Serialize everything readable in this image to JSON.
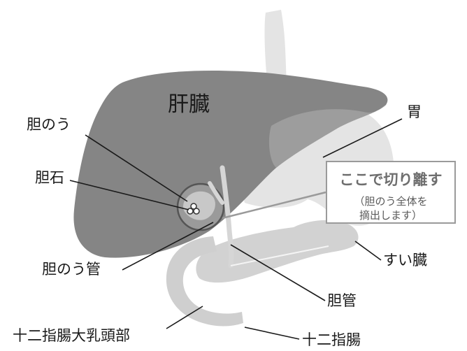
{
  "labels": {
    "liver": "肝臓",
    "gallbladder": "胆のう",
    "gallstone": "胆石",
    "stomach": "胃",
    "cystic_duct": "胆のう管",
    "pancreas": "すい臓",
    "bile_duct": "胆管",
    "papilla": "十二指腸大乳頭部",
    "duodenum": "十二指腸"
  },
  "callout": {
    "title": "ここで切り離す",
    "line1": "（胆のう全体を",
    "line2": "摘出します）"
  },
  "colors": {
    "liver": "#858585",
    "organ_light": "#e4e4e4",
    "organ_mid": "#d2d2d2",
    "line": "#1a1a1a",
    "callout_border": "#9a9a9a"
  }
}
